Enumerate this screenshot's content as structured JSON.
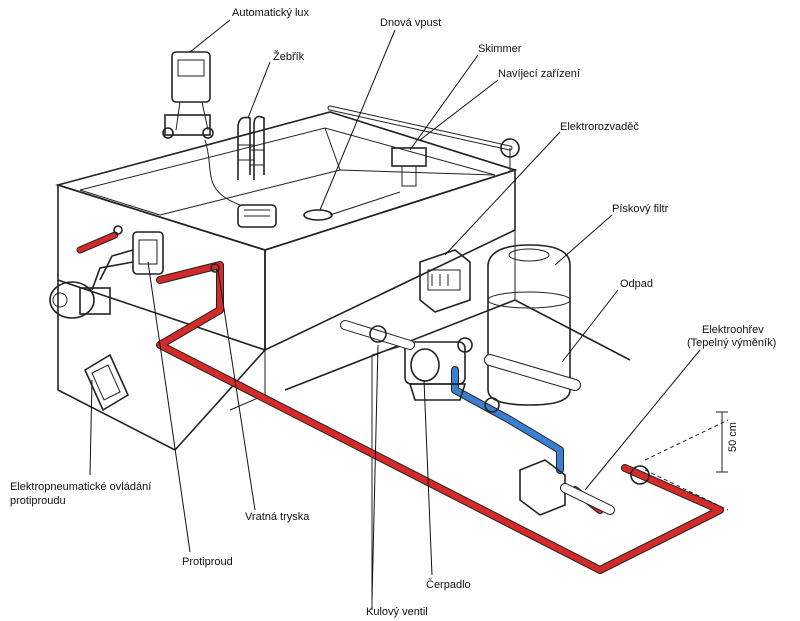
{
  "labels": {
    "automaticky_lux": "Automatický lux",
    "zebrik": "Žebřík",
    "dnova_vpust": "Dnová vpust",
    "skimmer": "Skimmer",
    "navijeci_zarizeni": "Navíjecí zařízení",
    "elektrorozvadec": "Elektrorozvaděč",
    "piskovy_filtr": "Pískový filtr",
    "odpad": "Odpad",
    "elektroohrev_line1": "Elektroohřev",
    "elektroohrev_line2": "(Tepelný výměník)",
    "elektropneumaticke_line1": "Elektropneumatické ovládání",
    "elektropneumaticke_line2": "protiproudu",
    "vratna_tryska": "Vratná tryska",
    "protiproud": "Protiproud",
    "kulovy_ventil": "Kulový ventil",
    "cerpadlo": "Čerpadlo",
    "dimension": "50 cm"
  },
  "colors": {
    "hot_pipe": "#d42a2a",
    "cold_pipe": "#3a7fd0",
    "outline": "#222222",
    "background": "#ffffff"
  }
}
